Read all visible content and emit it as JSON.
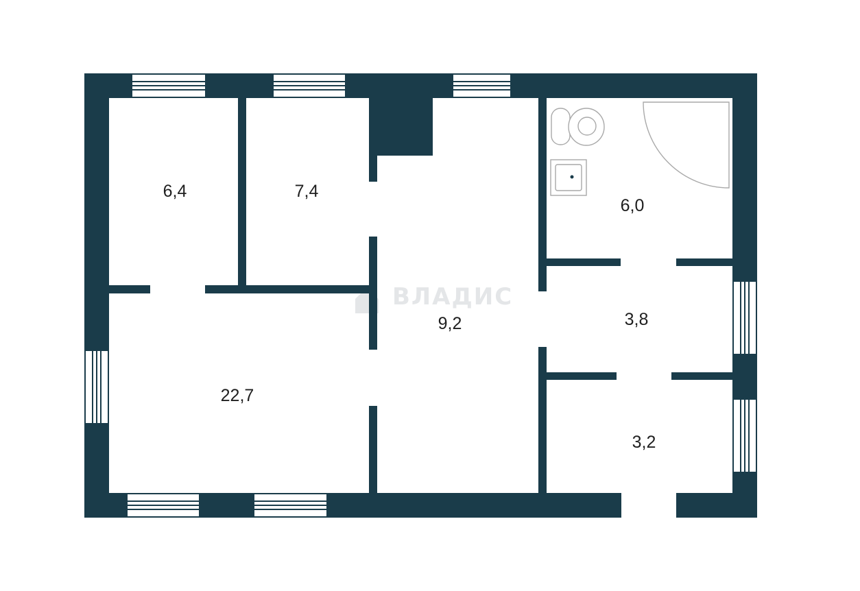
{
  "watermark": {
    "text": "ВЛАДИС"
  },
  "rooms": [
    {
      "id": "room-a",
      "area": "6,4"
    },
    {
      "id": "room-b",
      "area": "7,4"
    },
    {
      "id": "hall",
      "area": "9,2"
    },
    {
      "id": "living",
      "area": "22,7"
    },
    {
      "id": "bath",
      "area": "6,0"
    },
    {
      "id": "corr",
      "area": "3,8"
    },
    {
      "id": "entry",
      "area": "3,2"
    }
  ],
  "colors": {
    "wall": "#1a3c4a",
    "background": "#ffffff",
    "label": "#1f1f1f"
  }
}
